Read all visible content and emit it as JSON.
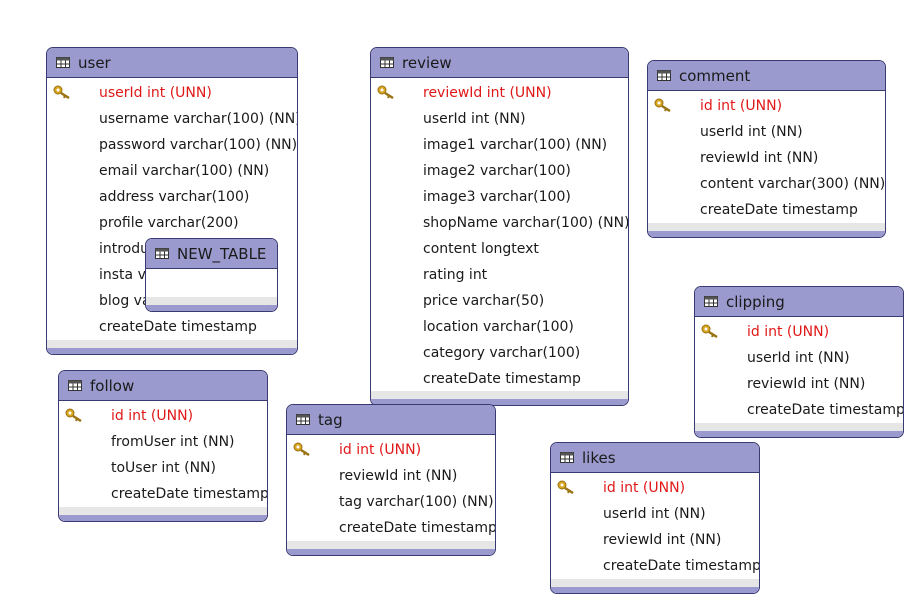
{
  "tables": [
    {
      "name": "user",
      "columns": [
        {
          "text": "userId int (UNN)",
          "pk": true
        },
        {
          "text": "username varchar(100) (NN)",
          "pk": false
        },
        {
          "text": "password varchar(100) (NN)",
          "pk": false
        },
        {
          "text": "email varchar(100) (NN)",
          "pk": false
        },
        {
          "text": "address varchar(100)",
          "pk": false
        },
        {
          "text": "profile varchar(200)",
          "pk": false
        },
        {
          "text": "introduction text",
          "pk": false
        },
        {
          "text": "insta varchar(200)",
          "pk": false
        },
        {
          "text": "blog varchar(200)",
          "pk": false
        },
        {
          "text": "createDate timestamp",
          "pk": false
        }
      ]
    },
    {
      "name": "review",
      "columns": [
        {
          "text": "reviewId int (UNN)",
          "pk": true
        },
        {
          "text": "userId int (NN)",
          "pk": false
        },
        {
          "text": "image1 varchar(100) (NN)",
          "pk": false
        },
        {
          "text": "image2 varchar(100)",
          "pk": false
        },
        {
          "text": "image3 varchar(100)",
          "pk": false
        },
        {
          "text": "shopName varchar(100) (NN)",
          "pk": false
        },
        {
          "text": "content longtext",
          "pk": false
        },
        {
          "text": "rating int",
          "pk": false
        },
        {
          "text": "price varchar(50)",
          "pk": false
        },
        {
          "text": "location varchar(100)",
          "pk": false
        },
        {
          "text": "category varchar(100)",
          "pk": false
        },
        {
          "text": "createDate timestamp",
          "pk": false
        }
      ]
    },
    {
      "name": "comment",
      "columns": [
        {
          "text": "id int (UNN)",
          "pk": true
        },
        {
          "text": "userId int (NN)",
          "pk": false
        },
        {
          "text": "reviewId int (NN)",
          "pk": false
        },
        {
          "text": "content varchar(300) (NN)",
          "pk": false
        },
        {
          "text": "createDate timestamp",
          "pk": false
        }
      ]
    },
    {
      "name": "clipping",
      "columns": [
        {
          "text": "id int (UNN)",
          "pk": true
        },
        {
          "text": "userId int (NN)",
          "pk": false
        },
        {
          "text": "reviewId int (NN)",
          "pk": false
        },
        {
          "text": "createDate timestamp",
          "pk": false
        }
      ]
    },
    {
      "name": "follow",
      "columns": [
        {
          "text": "id int (UNN)",
          "pk": true
        },
        {
          "text": "fromUser int (NN)",
          "pk": false
        },
        {
          "text": "toUser int (NN)",
          "pk": false
        },
        {
          "text": "createDate timestamp",
          "pk": false
        }
      ]
    },
    {
      "name": "tag",
      "columns": [
        {
          "text": "id int (UNN)",
          "pk": true
        },
        {
          "text": "reviewId int (NN)",
          "pk": false
        },
        {
          "text": "tag varchar(100) (NN)",
          "pk": false
        },
        {
          "text": "createDate timestamp",
          "pk": false
        }
      ]
    },
    {
      "name": "likes",
      "columns": [
        {
          "text": "id int (UNN)",
          "pk": true
        },
        {
          "text": "userId int (NN)",
          "pk": false
        },
        {
          "text": "reviewId int (NN)",
          "pk": false
        },
        {
          "text": "createDate timestamp",
          "pk": false
        }
      ]
    },
    {
      "name": "NEW_TABLE",
      "columns": []
    }
  ],
  "colors": {
    "header": "#9a9ace",
    "border": "#3a3a72",
    "primary_key_text": "#e01818",
    "key_icon": "#d9a520"
  },
  "icons": {
    "table": "table-icon",
    "primary_key": "key-icon"
  }
}
